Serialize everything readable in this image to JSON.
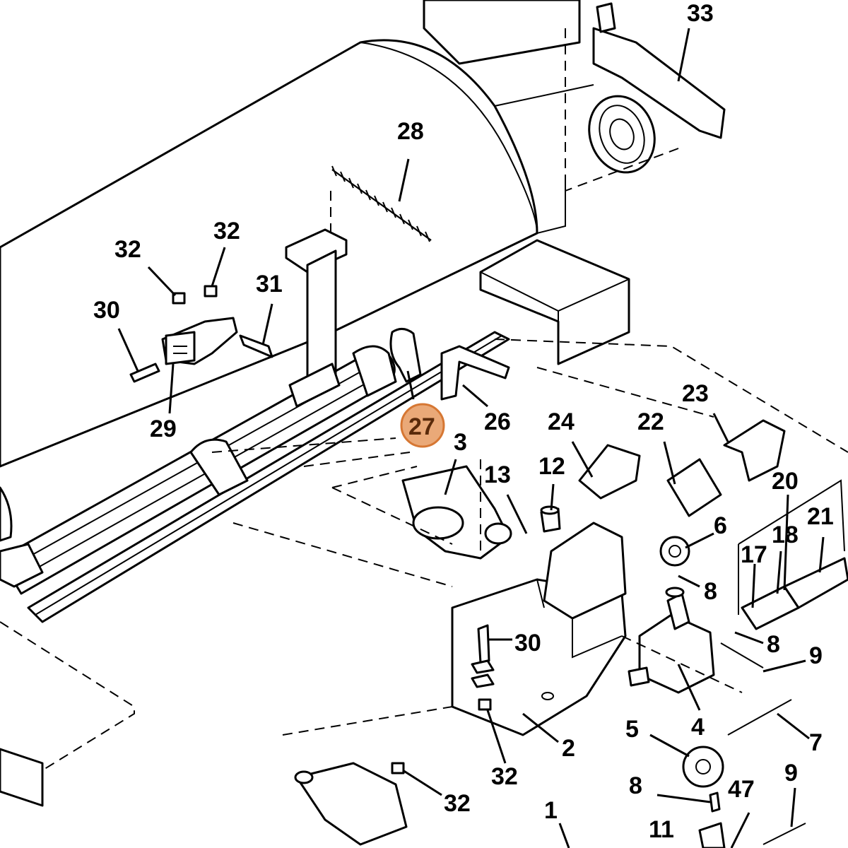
{
  "diagram": {
    "type": "exploded-parts-view",
    "highlight_color": "#e8a06a",
    "highlight_stroke": "#d2691e",
    "highlighted_callout": "27",
    "callouts": {
      "c33": "33",
      "c28": "28",
      "c32a": "32",
      "c32b": "32",
      "c31": "31",
      "c30a": "30",
      "c29": "29",
      "c27": "27",
      "c26": "26",
      "c3": "3",
      "c24": "24",
      "c23": "23",
      "c22": "22",
      "c20": "20",
      "c21": "21",
      "c18": "18",
      "c17": "17",
      "c13": "13",
      "c12": "12",
      "c6": "6",
      "c8a": "8",
      "c30b": "30",
      "c8b": "8",
      "c9a": "9",
      "c4": "4",
      "c7": "7",
      "c5": "5",
      "c2": "2",
      "c32c": "32",
      "c32d": "32",
      "c8c": "8",
      "c47": "47",
      "c9b": "9",
      "c1": "1",
      "c11": "11"
    }
  }
}
